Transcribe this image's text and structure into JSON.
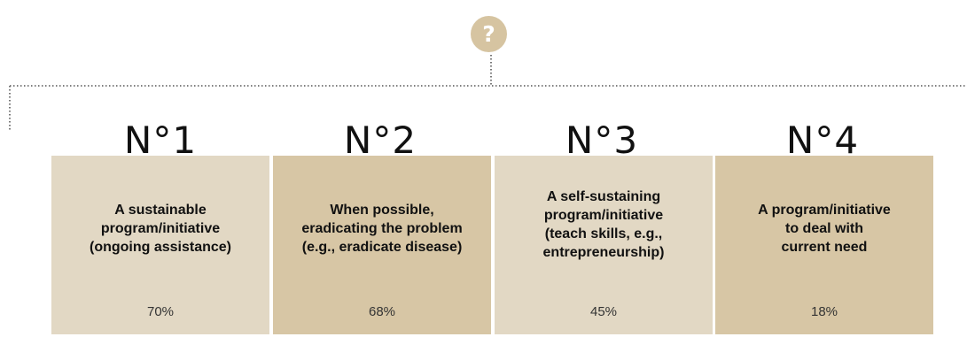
{
  "question_symbol": "?",
  "colors": {
    "badge": "#d6c4a1",
    "card_light": "#e2d8c4",
    "card_dark": "#d7c6a5",
    "connector": "#555555"
  },
  "rankings": [
    {
      "rank": "N°1",
      "title": [
        "A sustainable",
        "program/initiative",
        "(ongoing assistance)"
      ],
      "value": "70%"
    },
    {
      "rank": "N°2",
      "title": [
        "When possible,",
        "eradicating the problem",
        "(e.g., eradicate disease)"
      ],
      "value": "68%"
    },
    {
      "rank": "N°3",
      "title": [
        "A self-sustaining",
        "program/initiative",
        "(teach skills, e.g.,",
        "entrepreneurship)"
      ],
      "value": "45%"
    },
    {
      "rank": "N°4",
      "title": [
        "A program/initiative",
        "to deal with",
        "current need"
      ],
      "value": "18%"
    }
  ]
}
